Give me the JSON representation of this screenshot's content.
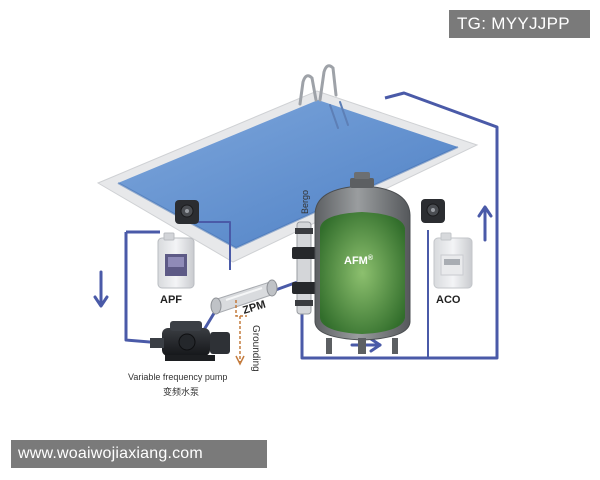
{
  "watermarks": {
    "top": "TG: MYYJJPP",
    "bottom": "www.woaiwojiaxiang.com"
  },
  "labels": {
    "apf": "APF",
    "aco": "ACO",
    "zpm": "ZPM",
    "afm": "AFM",
    "afm_mark": "®",
    "bergo": "Bergo",
    "grounding": "Grounding",
    "pump_en": "Variable frequency pump",
    "pump_cn": "变频水泵"
  },
  "colors": {
    "pipe": "#4a5aa8",
    "pool_water": "#5f8fd0",
    "pool_edge": "#e6e7e9",
    "tank": "#777a7d",
    "media": "#4c9a3c"
  }
}
